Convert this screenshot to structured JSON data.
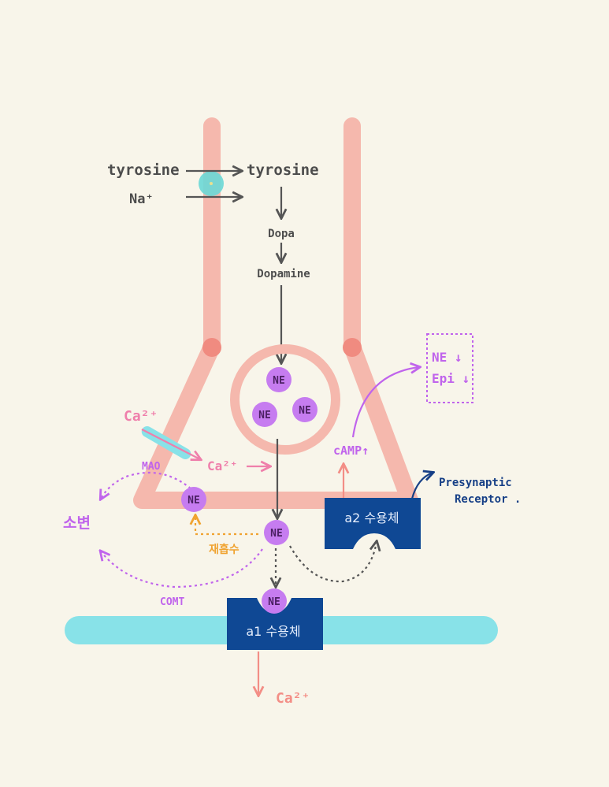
{
  "labels": {
    "tyrosine_out": "tyrosine",
    "tyrosine_in": "tyrosine",
    "na": "Na⁺",
    "dopa": "Dopa",
    "dopamine": "Dopamine",
    "ca_in": "Ca²⁺",
    "ca_mid": "Ca²⁺",
    "ca_out": "Ca²⁺",
    "mao": "MAO",
    "comt": "COMT",
    "excretion": "소변",
    "reuptake": "재흡수",
    "camp": "cAMP↑",
    "ne_box_line1": "NE ↓",
    "ne_box_line2": "Epi ↓",
    "presynaptic": "Presynaptic",
    "receptor": "Receptor .",
    "a2_receptor": "a2 수용체",
    "a1_receptor": "a1 수용체"
  },
  "molecules": {
    "vesicle_ne_1": "NE",
    "vesicle_ne_2": "NE",
    "vesicle_ne_3": "NE",
    "cleft_ne": "NE",
    "mao_ne": "NE",
    "bound_ne": "NE"
  },
  "colors": {
    "background": "#f8f5ea",
    "neuron": "#f5b8ad",
    "neuron_node": "#f08b80",
    "ne_molecule": "#c67cf0",
    "ne_text": "#4b2063",
    "membrane": "#88e2e8",
    "receptor": "#0f4894",
    "arrow_gray": "#555555",
    "arrow_pink": "#ef7fab",
    "arrow_purple": "#c064ec",
    "arrow_orange": "#f0a330",
    "ca_out": "#f38e86",
    "navy_text": "#163f86"
  }
}
